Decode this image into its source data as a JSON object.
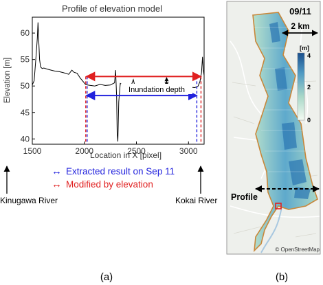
{
  "panel_a": {
    "chart_data": {
      "type": "line",
      "title": "Profile of elevation model",
      "xlabel": "Location in X [pixel]",
      "ylabel": "Elevation [m]",
      "xlim": [
        1500,
        3150
      ],
      "ylim": [
        39,
        63
      ],
      "xticks": [
        1500,
        2000,
        2500,
        3000
      ],
      "yticks": [
        40,
        45,
        50,
        55,
        60
      ],
      "series": [
        {
          "x": [
            1500,
            1518,
            1532,
            1548,
            1555,
            1562,
            1570,
            1580,
            1595,
            1610,
            1640,
            1680,
            1720,
            1760,
            1800,
            1850,
            1880,
            1900,
            1930,
            1960,
            1990,
            2010,
            2030,
            2060,
            2100,
            2150,
            2200,
            2250,
            2290,
            2300,
            2310,
            2315,
            2322,
            2330,
            2345,
            2360,
            2400,
            2450,
            2470,
            2480,
            2490,
            2520,
            2600,
            2700,
            2800,
            2900,
            3000,
            3060,
            3090,
            3110,
            3125,
            3135,
            3142,
            3150
          ],
          "y": [
            50.2,
            51.0,
            54.5,
            59.0,
            62.0,
            58.5,
            55.0,
            53.6,
            53.3,
            53.4,
            53.2,
            53.0,
            52.8,
            52.7,
            52.5,
            52.2,
            53.0,
            52.6,
            52.4,
            51.5,
            50.8,
            50.3,
            50.2,
            50.1,
            50.0,
            50.3,
            50.1,
            50.2,
            50.6,
            53.0,
            48.0,
            41.0,
            39.5,
            47.0,
            50.5,
            50.3,
            50.0,
            50.1,
            51.2,
            50.4,
            50.2,
            50.1,
            50.2,
            50.0,
            50.2,
            50.0,
            49.8,
            49.7,
            49.9,
            50.8,
            52.5,
            55.5,
            53.0,
            52.0
          ]
        }
      ],
      "grid": false
    },
    "annotation_labels": {
      "depth": "Inundation depth",
      "left_river": "Kinugawa River",
      "right_river": "Kokai River"
    },
    "marks": {
      "red_arrow": {
        "x1": 2020,
        "x2": 3120,
        "y": 51.8
      },
      "blue_arrow": {
        "x1": 2020,
        "x2": 3080,
        "y": 48.2
      },
      "depth_arrow": {
        "x": 2790,
        "y1": 50.0,
        "y2": 51.6
      }
    },
    "legend": [
      {
        "text": "Extracted result on Sep 11",
        "color": "#2222dd"
      },
      {
        "text": "Modified by elevation",
        "color": "#e02020"
      }
    ],
    "legend_symbol": "↔",
    "caption": "(a)"
  },
  "panel_b": {
    "date": "09/11",
    "scale": "2 km",
    "colorbar": {
      "unit": "[m]",
      "max": "4",
      "mid": "2",
      "min": "0"
    },
    "profile_label": "Profile",
    "attribution": "© OpenStreetMap",
    "caption": "(b)"
  },
  "colors": {
    "red": "#e02020",
    "blue": "#2222dd",
    "boundary": "#c8873a",
    "water_dark": "#1a5a9a",
    "water_light": "#a9d8c8",
    "map_bg": "#eef0ec"
  }
}
